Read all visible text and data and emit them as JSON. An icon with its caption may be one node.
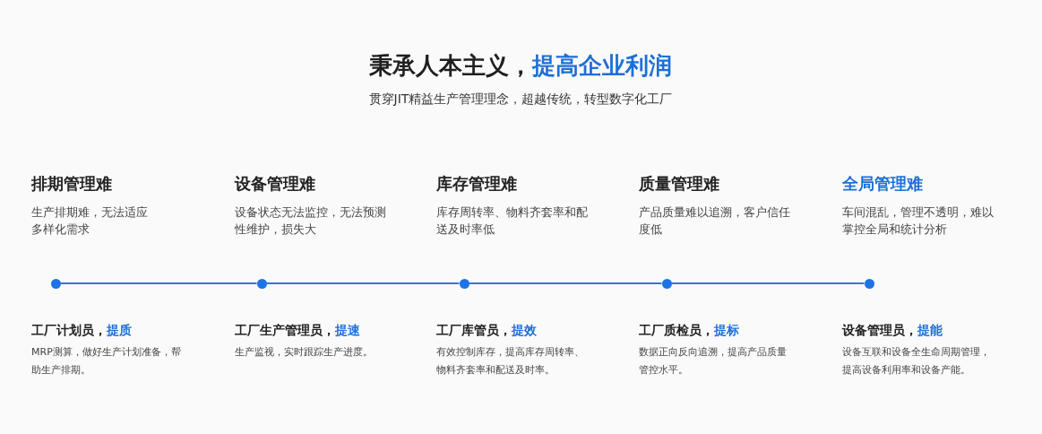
{
  "diagram": {
    "title": "秉承人本主义，**提高企业利润**",
    "nodes": [
      {
        "text": [],
        "shape": "circle",
        "beside": [
          "排期管理难",
          "生产排期难，无法适应多样化需求",
          "工厂计划员，**提质**",
          "MRP测算，做好生产计划准备，帮助生产排期。"
        ]
      },
      {
        "text": [],
        "shape": "circle",
        "beside": [
          "设备管理难",
          "设备状态无法监控，无法预测性维护，损失大",
          "工厂生产管理员，**提速**",
          "生产监视，实时跟踪生产进度。"
        ]
      },
      {
        "text": [],
        "shape": "circle",
        "beside": [
          "库存管理难",
          "库存周转率、物料齐套率和配送及时率低",
          "工厂库管员，**提效**",
          "有效控制库存，提高库存周转率、物料齐套率和配送及时率。"
        ]
      },
      {
        "text": [],
        "shape": "circle",
        "beside": [
          "质量管理难",
          "产品质量难以追溯，客户信任度低",
          "工厂质检员，**提标**",
          "数据正向反向追溯，提高产品质量管控水平。"
        ]
      },
      {
        "text": [],
        "shape": "circle",
        "beside": [
          "全局管理难",
          "车间混乱，管理不透明，难以掌控全局和统计分析",
          "设备管理员，**提能**",
          "设备互联和设备全生命周期管理，提高设备利用率和设备产能。"
        ]
      }
    ],
    "edges": [
      {
        "from": 0,
        "to": 1,
        "arrow": "none"
      },
      {
        "from": 1,
        "to": 2,
        "arrow": "none"
      },
      {
        "from": 2,
        "to": 3,
        "arrow": "none"
      },
      {
        "from": 3,
        "to": 4,
        "arrow": "none"
      }
    ],
    "labels": [
      "贯穿JIT精益生产管理理念，超越传统，转型数字化工厂"
    ]
  }
}
